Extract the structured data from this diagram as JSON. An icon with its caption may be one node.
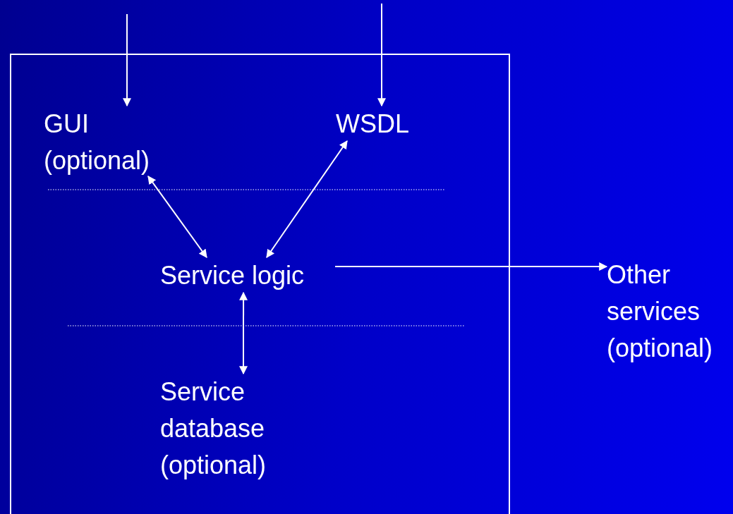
{
  "diagram": {
    "nodes": [
      {
        "text": [],
        "shape": "box"
      },
      {
        "text": [
          "GUI (optional)"
        ],
        "in": 0
      },
      {
        "text": [
          "WSDL"
        ],
        "in": 0
      },
      {
        "text": [
          "Service logic"
        ],
        "in": 0
      },
      {
        "text": [
          "Other services (optional)"
        ]
      },
      {
        "text": [
          "Service database (optional)"
        ],
        "in": 0
      }
    ],
    "edges": [
      {
        "from": null,
        "to": 1,
        "arrow": "to"
      },
      {
        "from": null,
        "to": 2,
        "arrow": "to"
      },
      {
        "from": 1,
        "to": 3,
        "arrow": "both"
      },
      {
        "from": 2,
        "to": 3,
        "arrow": "both"
      },
      {
        "from": 3,
        "to": 4,
        "arrow": "to"
      },
      {
        "from": 3,
        "to": 5,
        "arrow": "both"
      }
    ]
  }
}
